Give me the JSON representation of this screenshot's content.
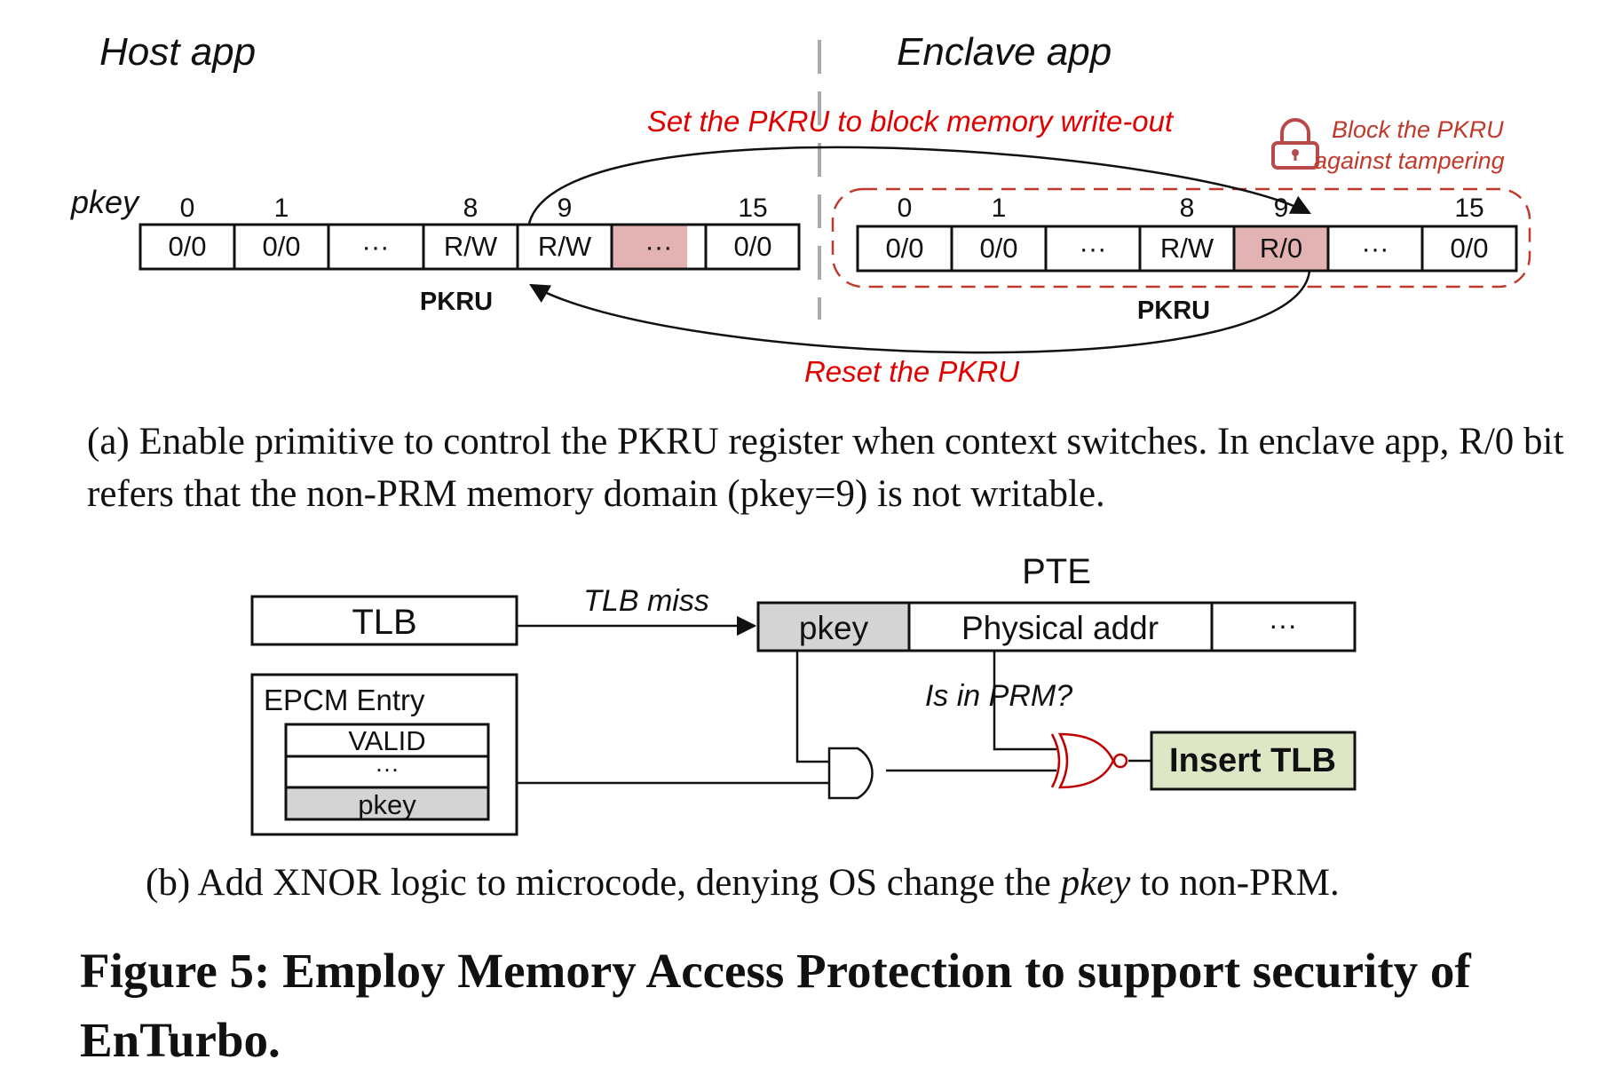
{
  "part_a": {
    "host_title": "Host app",
    "enclave_title": "Enclave app",
    "pkey_label": "pkey",
    "pkru_label_host": "PKRU",
    "pkru_label_enclave": "PKRU",
    "set_label": "Set the PKRU to block memory write-out",
    "reset_label": "Reset the PKRU",
    "block_label_line1": "Block the PKRU",
    "block_label_line2": "against tampering",
    "host_register": {
      "indices": [
        "0",
        "1",
        "",
        "8",
        "9",
        "",
        "15"
      ],
      "cells": [
        "0/0",
        "0/0",
        "···",
        "R/W",
        "R/W",
        "···",
        "0/0"
      ]
    },
    "enclave_register": {
      "indices": [
        "0",
        "1",
        "",
        "8",
        "9",
        "",
        "15"
      ],
      "cells": [
        "0/0",
        "0/0",
        "···",
        "R/W",
        "R/0",
        "···",
        "0/0"
      ]
    },
    "caption": "(a) Enable primitive to control the PKRU register when context switches. In enclave app, R/0 bit refers that the non-PRM memory domain (pkey=9) is not writable."
  },
  "part_b": {
    "tlb_label": "TLB",
    "tlb_miss_label": "TLB miss",
    "pte_title": "PTE",
    "pte_cells": [
      "pkey",
      "Physical addr",
      "···"
    ],
    "epcm_title": "EPCM Entry",
    "epcm_rows": [
      "VALID",
      "···",
      "pkey"
    ],
    "is_in_prm_label": "Is in PRM?",
    "insert_tlb_label": "Insert TLB",
    "caption_prefix": "(b) Add XNOR logic to microcode, denying OS change the ",
    "caption_em": "pkey",
    "caption_suffix": " to non-PRM."
  },
  "figure_title": "Figure 5: Employ Memory Access Protection to support security of EnTurbo.",
  "colors": {
    "highlight": "#e3b3b3",
    "annotation_red": "#e00000",
    "dashed_red": "#c0392b",
    "lock_red": "#b84a4a",
    "gray_cell": "#d4d4d4",
    "insert_tlb_fill": "#dde7c5",
    "xnor_red": "#c00000"
  }
}
